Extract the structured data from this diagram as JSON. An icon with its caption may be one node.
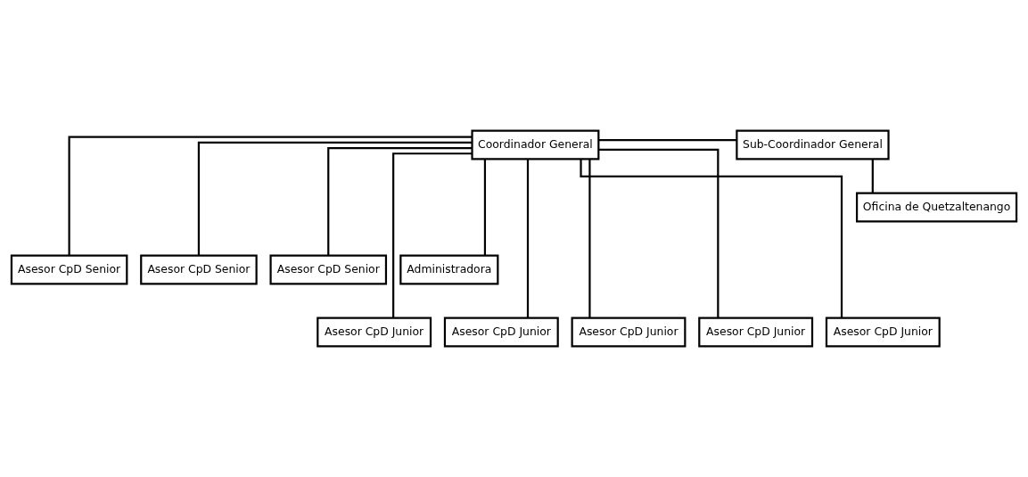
{
  "diagram": {
    "nodes": [
      {
        "text": [
          "Coordinador General"
        ]
      },
      {
        "text": [
          "Sub-Coordinador General"
        ]
      },
      {
        "text": [
          "Oficina de Quetzaltenango"
        ]
      },
      {
        "text": [
          "Asesor CpD Senior"
        ]
      },
      {
        "text": [
          "Asesor CpD Senior"
        ]
      },
      {
        "text": [
          "Asesor CpD Senior"
        ]
      },
      {
        "text": [
          "Administradora"
        ]
      },
      {
        "text": [
          "Asesor CpD Junior"
        ]
      },
      {
        "text": [
          "Asesor CpD Junior"
        ]
      },
      {
        "text": [
          "Asesor CpD Junior"
        ]
      },
      {
        "text": [
          "Asesor CpD Junior"
        ]
      },
      {
        "text": [
          "Asesor CpD Junior"
        ]
      }
    ],
    "edges": [
      {
        "from": 0,
        "to": 1,
        "arrow": "none"
      },
      {
        "from": 1,
        "to": 2,
        "arrow": "none"
      },
      {
        "from": 0,
        "to": 3,
        "arrow": "none"
      },
      {
        "from": 0,
        "to": 4,
        "arrow": "none"
      },
      {
        "from": 0,
        "to": 5,
        "arrow": "none"
      },
      {
        "from": 0,
        "to": 6,
        "arrow": "none"
      },
      {
        "from": 0,
        "to": 7,
        "arrow": "none"
      },
      {
        "from": 0,
        "to": 8,
        "arrow": "none"
      },
      {
        "from": 0,
        "to": 9,
        "arrow": "none"
      },
      {
        "from": 0,
        "to": 10,
        "arrow": "none"
      },
      {
        "from": 0,
        "to": 11,
        "arrow": "none"
      }
    ]
  }
}
